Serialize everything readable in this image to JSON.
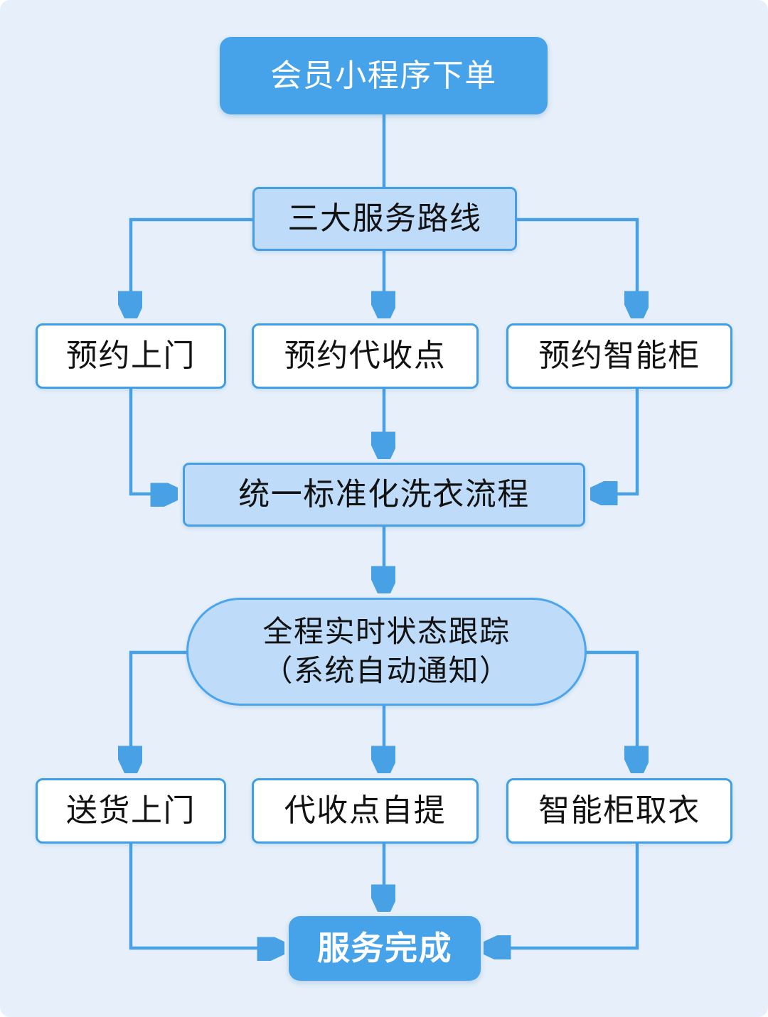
{
  "colors": {
    "background": "#e7f0fa",
    "solid_node_blue": "#47a3e9",
    "light_node_fill": "#bfdbfa",
    "node_border_blue": "#3f9ee8",
    "connector_blue": "#49a1e5",
    "text_dark": "#121212",
    "text_white": "#ffffff"
  },
  "flowchart": {
    "nodes": {
      "order": "会员小程序下单",
      "routes": "三大服务路线",
      "route_home": "预约上门",
      "route_point": "预约代收点",
      "route_locker": "预约智能柜",
      "process": "统一标准化洗衣流程",
      "tracking_line1": "全程实时状态跟踪",
      "tracking_line2": "（系统自动通知）",
      "delivery_home": "送货上门",
      "pickup_point": "代收点自提",
      "pickup_locker": "智能柜取衣",
      "complete": "服务完成"
    }
  }
}
